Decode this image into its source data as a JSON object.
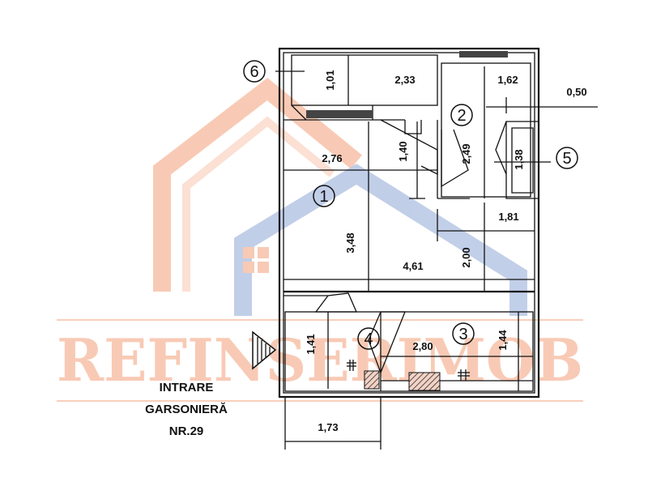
{
  "watermark": {
    "brand": "REFINSERIMOB",
    "color_orange": "#f4a07a",
    "color_blue": "#8fa7d6"
  },
  "rooms": [
    {
      "id": "1",
      "label": "1"
    },
    {
      "id": "2",
      "label": "2"
    },
    {
      "id": "3",
      "label": "3"
    },
    {
      "id": "4",
      "label": "4"
    },
    {
      "id": "5",
      "label": "5"
    },
    {
      "id": "6",
      "label": "6"
    }
  ],
  "dimensions": {
    "d101": "1,01",
    "d233": "2,33",
    "d162": "1,62",
    "d050": "0,50",
    "d276": "2,76",
    "d140": "1,40",
    "d249": "2,49",
    "d138": "1,38",
    "d181": "1,81",
    "d348": "3,48",
    "d200": "2,00",
    "d461": "4,61",
    "d141": "1,41",
    "d280": "2,80",
    "d144": "1,44",
    "d173": "1,73"
  },
  "entrance": {
    "line1": "INTRARE",
    "line2": "GARSONIERĂ",
    "line3": "NR.29"
  }
}
